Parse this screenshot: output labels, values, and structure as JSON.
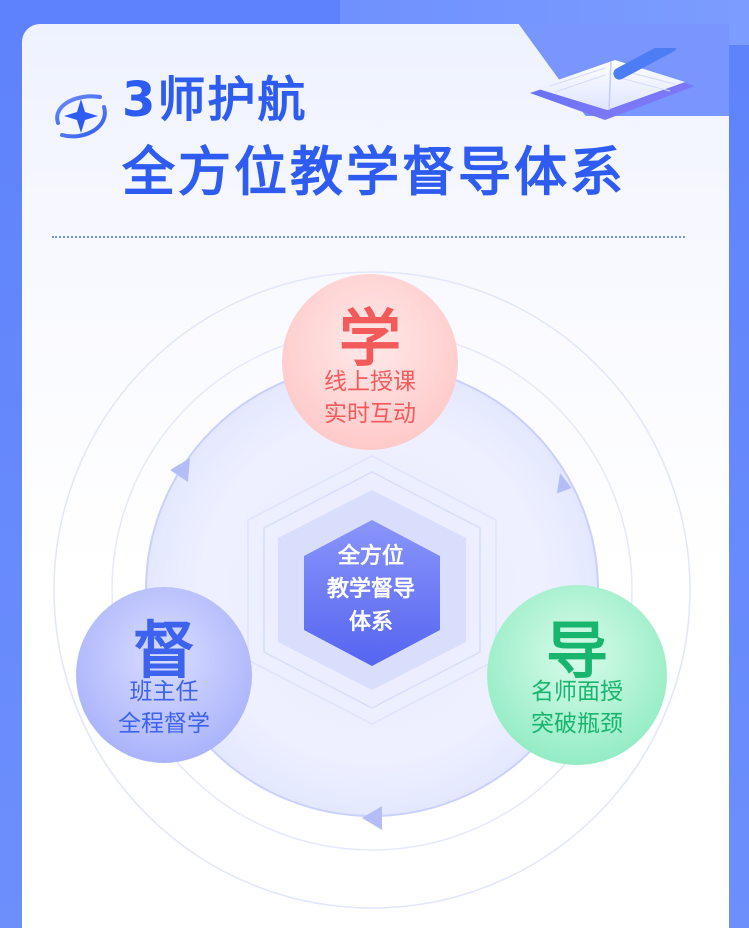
{
  "header": {
    "title_line1": "3师护航",
    "title_line2": "全方位教学督导体系"
  },
  "diagram": {
    "center_label": [
      "全方位",
      "教学督导",
      "体系"
    ],
    "nodes": [
      {
        "char": "学",
        "lines": [
          "线上授课",
          "实时互动"
        ],
        "color": "#f35a5a"
      },
      {
        "char": "督",
        "lines": [
          "班主任",
          "全程督学"
        ],
        "color": "#3d63ee"
      },
      {
        "char": "导",
        "lines": [
          "名师面授",
          "突破瓶颈"
        ],
        "color": "#17b56e"
      }
    ]
  },
  "colors": {
    "accent": "#2f5cf0",
    "background": "#6a8cfb"
  },
  "icons": [
    "star-orbit-logo-icon",
    "notebook-pen-illustration-icon"
  ]
}
